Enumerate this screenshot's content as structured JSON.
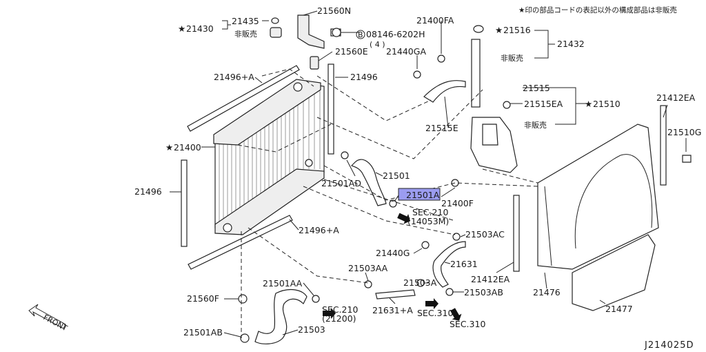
{
  "note": "★印の部品コードの表記以外の構成部品は非販売",
  "diagram_code": "J214025D",
  "front_label": "FRONT",
  "labels": {
    "p21435": "21435",
    "p21430": "21430",
    "hihanbai1": "非販売",
    "p21560N": "21560N",
    "bolt": "08146-6202H",
    "bolt_qty": "( 4 )",
    "bolt_b": "B",
    "p21560E": "21560E",
    "p21400FA": "21400FA",
    "p21516": "21516",
    "p21432": "21432",
    "hihanbai2": "非販売",
    "p21440GA": "21440GA",
    "p21496A_top": "21496+A",
    "p21496_top": "21496",
    "p21515": "21515",
    "p21515EA": "21515EA",
    "p21510": "21510",
    "p21515E": "21515E",
    "hihanbai3": "非販売",
    "p21412EA_r": "21412EA",
    "p21510G": "21510G",
    "p21400": "21400",
    "p21501": "21501",
    "p21501AD": "21501AD",
    "p21501A": "21501A",
    "p21400F": "21400F",
    "p21496_left": "21496",
    "sec210a": "SEC.210",
    "sec210a_sub": "(14053M)",
    "p21496A_bot": "21496+A",
    "p21503AC": "21503AC",
    "p21440G": "21440G",
    "p21631": "21631",
    "p21503AA": "21503AA",
    "p21501AA": "21501AA",
    "p21503A": "21503A",
    "p21412EA_b": "21412EA",
    "p21476": "21476",
    "p21503AB": "21503AB",
    "p21631A": "21631+A",
    "p21560F": "21560F",
    "sec210b": "SEC.210",
    "sec210b_sub": "(21200)",
    "sec310a": "SEC.310",
    "sec310b": "SEC.310",
    "p21477": "21477",
    "p21501AB": "21501AB",
    "p21503": "21503",
    "star": "★"
  },
  "highlighted_part": "21501A",
  "colors": {
    "highlight": "#9b9cf0",
    "line": "#222222"
  }
}
